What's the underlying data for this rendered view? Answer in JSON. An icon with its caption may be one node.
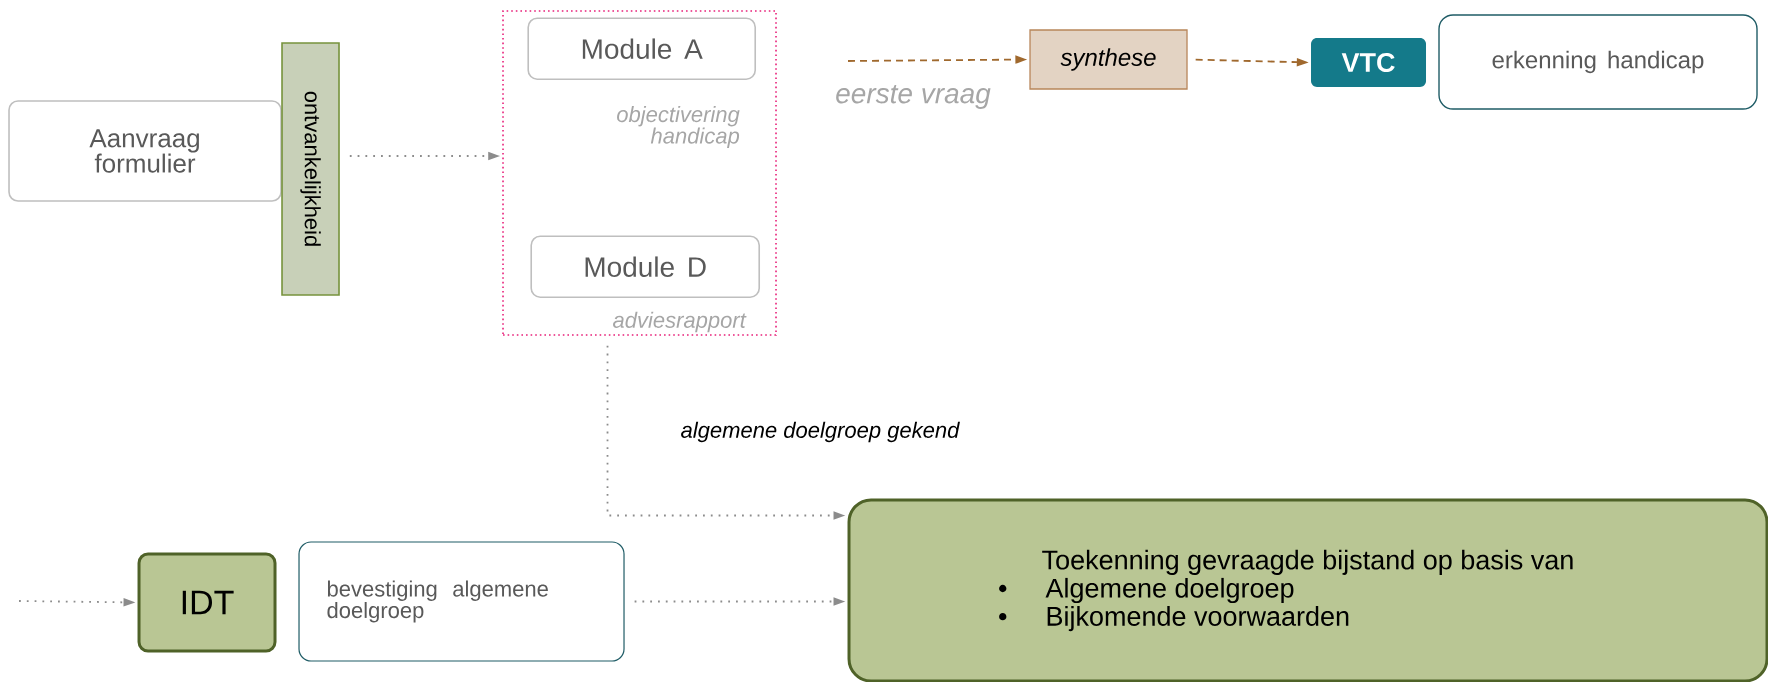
{
  "diagram": {
    "nodes": [
      {
        "text": [
          "Aanvraag formulier"
        ]
      },
      {
        "text": [
          "ontvankelijkheid"
        ]
      },
      {
        "text": [],
        "shape": "box"
      },
      {
        "text": [
          "Module A"
        ],
        "in": 2,
        "beside": [
          "objectivering handicap"
        ]
      },
      {
        "text": [
          "Module D"
        ],
        "in": 2,
        "beside": [
          "adviesrapport"
        ]
      },
      {
        "text": [
          "synthese"
        ]
      },
      {
        "text": [
          "VTC"
        ]
      },
      {
        "text": [
          "erkenning handicap"
        ]
      },
      {
        "text": [
          "IDT"
        ]
      },
      {
        "text": [
          "bevestiging algemene doelgroep"
        ]
      },
      {
        "text": [
          "Toekenning gevraagde bijstand op basis van",
          "Algemene doelgroep",
          "Bijkomende voorwaarden"
        ]
      }
    ],
    "edges": [
      {
        "from": 1,
        "to": 2,
        "arrow": "to"
      },
      {
        "from": null,
        "to": 5,
        "arrow": "to",
        "label": "eerste vraag",
        "style": "dashed",
        "color": "#a0692e"
      },
      {
        "from": 5,
        "to": 6,
        "arrow": "to",
        "style": "dashed",
        "color": "#a0692e"
      },
      {
        "from": 2,
        "to": 10,
        "arrow": "to",
        "label": "algemene doelgroep gekend"
      },
      {
        "from": null,
        "to": 8,
        "arrow": "to"
      },
      {
        "from": 9,
        "to": 10,
        "arrow": "to"
      }
    ],
    "labels": [
      "•",
      "•"
    ]
  }
}
